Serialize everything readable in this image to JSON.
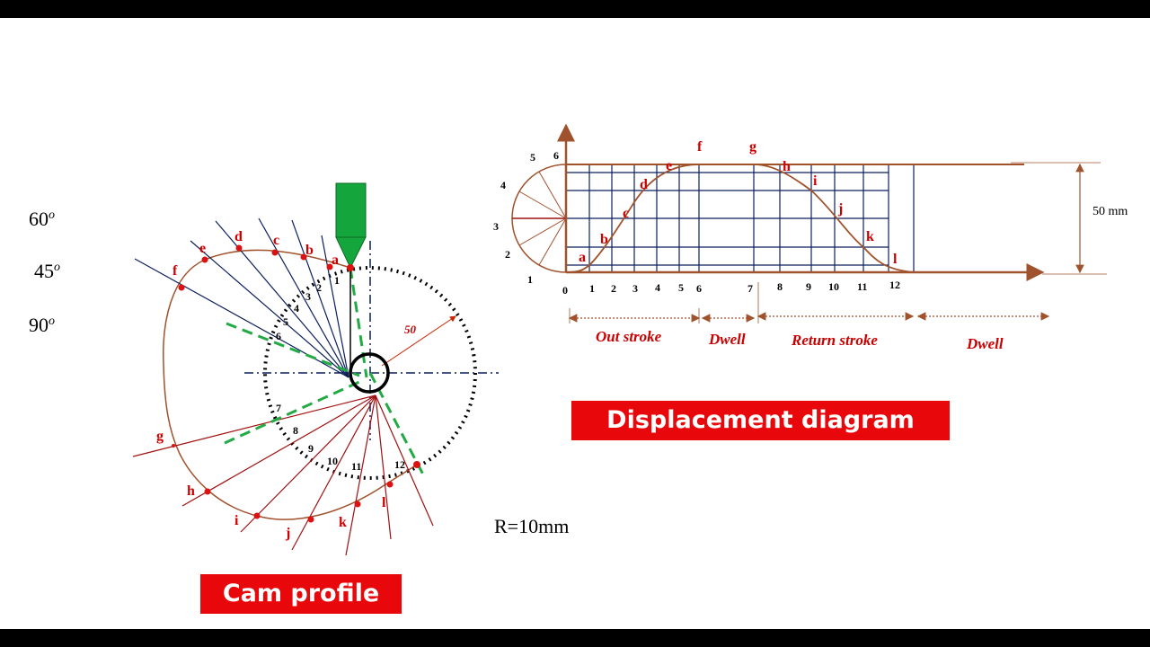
{
  "cam_profile": {
    "badge": "Cam profile",
    "angles": [
      "60",
      "45",
      "90"
    ],
    "angle_unit": "o",
    "radius_label": "50",
    "roller_radius": "R=10mm",
    "rise_points": [
      "a",
      "b",
      "c",
      "d",
      "e",
      "f"
    ],
    "return_points": [
      "g",
      "h",
      "i",
      "j",
      "k",
      "l"
    ],
    "rise_numbers": [
      "1",
      "2",
      "3",
      "4",
      "5",
      "6"
    ],
    "return_numbers": [
      "7",
      "8",
      "9",
      "10",
      "11",
      "12"
    ]
  },
  "displacement_diagram": {
    "badge": "Displacement diagram",
    "lift_label": "50 mm",
    "x_ticks": [
      "0",
      "1",
      "2",
      "3",
      "4",
      "5",
      "6",
      "7",
      "8",
      "9",
      "10",
      "11",
      "12"
    ],
    "circle_numbers": [
      "1",
      "2",
      "3",
      "4",
      "5",
      "6"
    ],
    "curve_points": [
      "a",
      "b",
      "c",
      "d",
      "e",
      "f",
      "g",
      "h",
      "i",
      "j",
      "k",
      "l"
    ],
    "segments": [
      "Out stroke",
      "Dwell",
      "Return stroke",
      "Dwell"
    ]
  },
  "colors": {
    "red": "#cc0000",
    "brown": "#a0522d",
    "navy": "#0b1f5c",
    "green": "#22aa44",
    "badge": "#e8070b"
  }
}
